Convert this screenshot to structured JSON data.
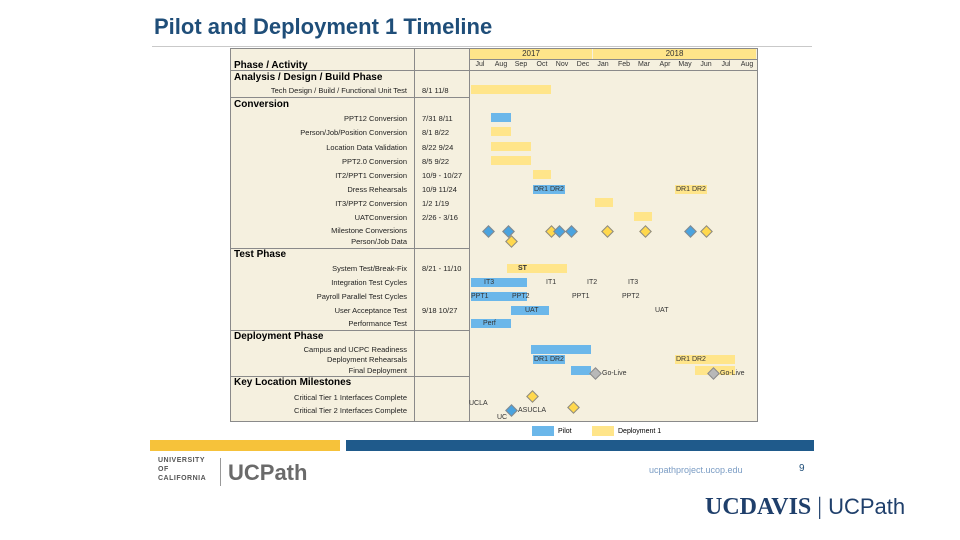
{
  "title": "Pilot and Deployment 1 Timeline",
  "gantt": {
    "years": [
      "2017",
      "2018"
    ],
    "months": [
      "Jul",
      "Aug",
      "Sep",
      "Oct",
      "Nov",
      "Dec",
      "Jan",
      "Feb",
      "Mar",
      "Apr",
      "May",
      "Jun",
      "Jul",
      "Aug"
    ],
    "header": "Phase / Activity",
    "sections": {
      "analysis": "Analysis / Design / Build Phase",
      "conversion": "Conversion",
      "test": "Test Phase",
      "deployment": "Deployment Phase",
      "milestones": "Key Location Milestones"
    },
    "rows": {
      "r1": {
        "label": "Tech Design / Build / Functional Unit Test",
        "dates": "8/1   11/8"
      },
      "r2": {
        "label": "PPT12 Conversion",
        "dates": "7/31  8/11"
      },
      "r3": {
        "label": "Person/Job/Position Conversion",
        "dates": "8/1   8/22"
      },
      "r4": {
        "label": "Location Data Validation",
        "dates": "8/22  9/24"
      },
      "r5": {
        "label": "PPT2.0 Conversion",
        "dates": "8/5   9/22"
      },
      "r6": {
        "label": "IT2/PPT1 Conversion",
        "dates": "10/9 - 10/27"
      },
      "r7": {
        "label": "Dress Rehearsals",
        "dates": "10/9  11/24"
      },
      "r8": {
        "label": "IT3/PPT2 Conversion",
        "dates": "1/2   1/19"
      },
      "r9": {
        "label": "UATConversion",
        "dates": "2/26 - 3/16"
      },
      "r10": {
        "label": "Milestone Conversions",
        "dates": ""
      },
      "r11": {
        "label": "Person/Job Data",
        "dates": ""
      },
      "r12": {
        "label": "System Test/Break-Fix",
        "dates": "8/21 - 11/10"
      },
      "r13": {
        "label": "Integration Test Cycles",
        "dates": ""
      },
      "r14": {
        "label": "Payroll Parallel Test Cycles",
        "dates": ""
      },
      "r15": {
        "label": "User Acceptance Test",
        "dates": "9/18  10/27"
      },
      "r16": {
        "label": "Performance Test",
        "dates": ""
      },
      "r17": {
        "label": "Campus and UCPC Readiness",
        "dates": ""
      },
      "r18": {
        "label": "Deployment Rehearsals",
        "dates": ""
      },
      "r19": {
        "label": "Final Deployment",
        "dates": ""
      },
      "r20": {
        "label": "Critical Tier 1 Interfaces Complete",
        "dates": ""
      },
      "r21": {
        "label": "Critical Tier 2 Interfaces Complete",
        "dates": ""
      }
    },
    "annotations": {
      "dr_a": "DR1 DR2",
      "dr_b": "DR1 DR2",
      "dr_c": "DR1 DR2",
      "dr_d": "DR1 DR2",
      "st": "ST",
      "it3a": "IT3",
      "it1": "IT1",
      "it2": "IT2",
      "it3b": "IT3",
      "ppt1a": "PPT1",
      "ppt2a": "PPT2",
      "ppt1b": "PPT1",
      "ppt2b": "PPT2",
      "uat_a": "UAT",
      "uat_b": "UAT",
      "perf": "Perf",
      "golive_a": "Go-Live",
      "golive_b": "Go-Live",
      "ucla": "UCLA",
      "uc": "UC",
      "asucla": "ASUCLA"
    },
    "legend": {
      "pilot": "Pilot",
      "deploy": "Deployment 1"
    },
    "colors": {
      "pilot": "#6bb7ea",
      "deployment": "#ffe58a"
    }
  },
  "footer": {
    "uc_logo": "UNIVERSITY OF CALIFORNIA",
    "ucpath_logo": "UCPath",
    "url": "ucpathproject.ucop.edu",
    "page": "9",
    "brand_bold": "UCDAVIS",
    "brand_sep": "|",
    "brand_light": "UCPath"
  }
}
